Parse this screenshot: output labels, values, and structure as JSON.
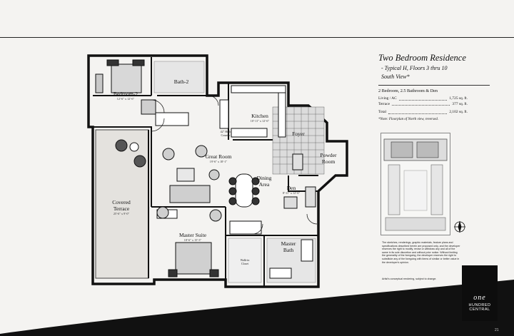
{
  "header": {
    "title": "Two Bedroom Residence",
    "subtitle_1": "- Typical H, Floors 3 thru 10",
    "subtitle_2": "South View*"
  },
  "specs": {
    "summary": "2 Bedroom, 2.5 Bathroom & Den",
    "rows": [
      {
        "label": "Living / AC",
        "value": "1,725 sq. ft."
      },
      {
        "label": "Terrace",
        "value": "377 sq. ft."
      }
    ],
    "total": {
      "label": "Total",
      "value": "2,102 sq. ft."
    },
    "note": "*Note: Floorplan of North view, reversed."
  },
  "rooms": {
    "bedroom2": {
      "name": "Bedroom-2",
      "dim": "12'-6\" x 12'-6\""
    },
    "bath2": {
      "name": "Bath-2"
    },
    "kitchen": {
      "name": "Kitchen",
      "dim": "10'-11\" x 12'-6\""
    },
    "foyer": {
      "name": "Foyer"
    },
    "powder": {
      "name_1": "Powder",
      "name_2": "Room"
    },
    "great": {
      "name": "Great Room",
      "dim": "19'-6\" x 18'-1\""
    },
    "dining": {
      "name_1": "Dining",
      "name_2": "Area"
    },
    "den": {
      "name": "Den",
      "dim": "8'-11\" x 12'-6\""
    },
    "terrace": {
      "name_1": "Covered",
      "name_2": "Terrace",
      "dim": "25'-6\" x 9'-0\""
    },
    "master": {
      "name": "Master Suite",
      "dim": "18'-6\" x 15'-3\""
    },
    "master_bath": {
      "name_1": "Master",
      "name_2": "Bath"
    },
    "wic": {
      "name_1": "Walk-in",
      "name_2": "Closet"
    },
    "counter": {
      "name_1": "42\" High",
      "name_2": "Counter"
    }
  },
  "disclaimer": "The sketches, renderings, graphic materials, feature plans and specifications described herein are proposed only, and the developer reserves the right to modify, revise or withdraw any and all of the same in its sole discretion and without prior notice. Without limiting the generality of the foregoing, the developer reserves the right to substitute any of the foregoing with items of similar or better value in the developer's opinion.",
  "rendering_note": "Artist's conceptual rendering, subject to change.",
  "logo": {
    "line1": "one",
    "line2": "HUNDRED",
    "line3": "CENTRAL"
  },
  "page_number": "21"
}
